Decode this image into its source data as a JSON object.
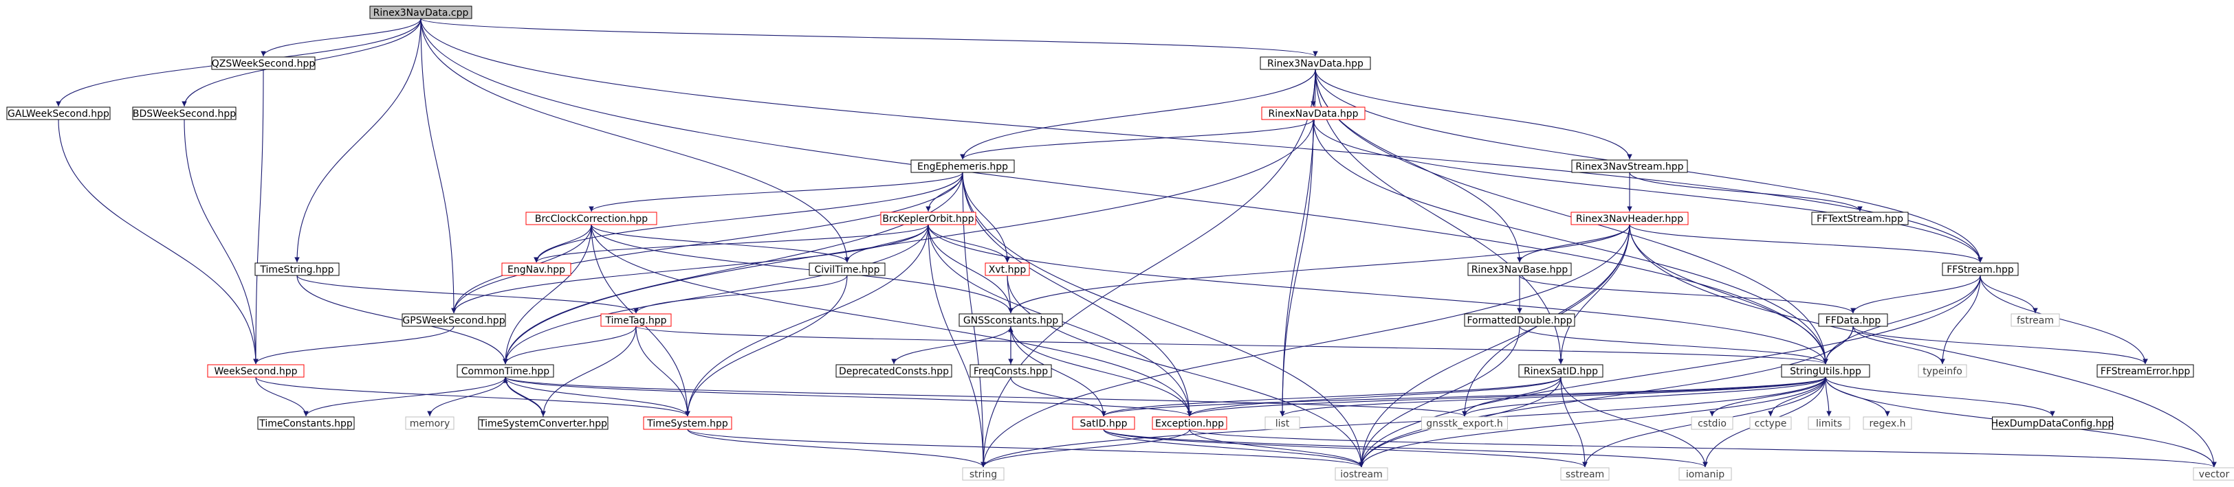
{
  "diagram": {
    "colors": {
      "edge": "#191970",
      "box_border": "#000000",
      "undocumented_border": "#ff0000",
      "system_header_border": "#bfbfbf",
      "root_fill": "#bfbfbf",
      "system_header_text": "#3f3f3f"
    },
    "nodes": [
      {
        "id": "root",
        "label": "Rinex3NavData.cpp",
        "kind": "root"
      },
      {
        "id": "gal",
        "label": "GALWeekSecond.hpp",
        "kind": "normal"
      },
      {
        "id": "bds",
        "label": "BDSWeekSecond.hpp",
        "kind": "normal"
      },
      {
        "id": "qzs",
        "label": "QZSWeekSecond.hpp",
        "kind": "normal"
      },
      {
        "id": "r3nd",
        "label": "Rinex3NavData.hpp",
        "kind": "normal"
      },
      {
        "id": "rnd",
        "label": "RinexNavData.hpp",
        "kind": "red"
      },
      {
        "id": "r3ns",
        "label": "Rinex3NavStream.hpp",
        "kind": "normal"
      },
      {
        "id": "engeph",
        "label": "EngEphemeris.hpp",
        "kind": "normal"
      },
      {
        "id": "brcclock",
        "label": "BrcClockCorrection.hpp",
        "kind": "red"
      },
      {
        "id": "brckep",
        "label": "BrcKeplerOrbit.hpp",
        "kind": "red"
      },
      {
        "id": "r3nh",
        "label": "Rinex3NavHeader.hpp",
        "kind": "red"
      },
      {
        "id": "fftext",
        "label": "FFTextStream.hpp",
        "kind": "normal"
      },
      {
        "id": "timestring",
        "label": "TimeString.hpp",
        "kind": "normal"
      },
      {
        "id": "engnav",
        "label": "EngNav.hpp",
        "kind": "red"
      },
      {
        "id": "civil",
        "label": "CivilTime.hpp",
        "kind": "normal"
      },
      {
        "id": "xvt",
        "label": "Xvt.hpp",
        "kind": "red"
      },
      {
        "id": "r3nb",
        "label": "Rinex3NavBase.hpp",
        "kind": "normal"
      },
      {
        "id": "ffstream",
        "label": "FFStream.hpp",
        "kind": "normal"
      },
      {
        "id": "gpsws",
        "label": "GPSWeekSecond.hpp",
        "kind": "normal"
      },
      {
        "id": "timetag",
        "label": "TimeTag.hpp",
        "kind": "red"
      },
      {
        "id": "gnss",
        "label": "GNSSconstants.hpp",
        "kind": "normal"
      },
      {
        "id": "fmtdbl",
        "label": "FormattedDouble.hpp",
        "kind": "normal"
      },
      {
        "id": "ffdata",
        "label": "FFData.hpp",
        "kind": "normal"
      },
      {
        "id": "fstream",
        "label": "fstream",
        "kind": "system"
      },
      {
        "id": "weeksec",
        "label": "WeekSecond.hpp",
        "kind": "red"
      },
      {
        "id": "common",
        "label": "CommonTime.hpp",
        "kind": "normal"
      },
      {
        "id": "deprec",
        "label": "DeprecatedConsts.hpp",
        "kind": "normal"
      },
      {
        "id": "freq",
        "label": "FreqConsts.hpp",
        "kind": "normal"
      },
      {
        "id": "rsatid",
        "label": "RinexSatID.hpp",
        "kind": "normal"
      },
      {
        "id": "strutils",
        "label": "StringUtils.hpp",
        "kind": "normal"
      },
      {
        "id": "typeinfo",
        "label": "typeinfo",
        "kind": "system"
      },
      {
        "id": "fferr",
        "label": "FFStreamError.hpp",
        "kind": "normal"
      },
      {
        "id": "timeconst",
        "label": "TimeConstants.hpp",
        "kind": "normal"
      },
      {
        "id": "memory",
        "label": "memory",
        "kind": "system"
      },
      {
        "id": "tsconv",
        "label": "TimeSystemConverter.hpp",
        "kind": "normal"
      },
      {
        "id": "timesys",
        "label": "TimeSystem.hpp",
        "kind": "red"
      },
      {
        "id": "satid",
        "label": "SatID.hpp",
        "kind": "red"
      },
      {
        "id": "exception",
        "label": "Exception.hpp",
        "kind": "red"
      },
      {
        "id": "list",
        "label": "list",
        "kind": "system"
      },
      {
        "id": "gnsstk",
        "label": "gnsstk_export.h",
        "kind": "system"
      },
      {
        "id": "cstdio",
        "label": "cstdio",
        "kind": "system"
      },
      {
        "id": "cctype",
        "label": "cctype",
        "kind": "system"
      },
      {
        "id": "limits",
        "label": "limits",
        "kind": "system"
      },
      {
        "id": "regex",
        "label": "regex.h",
        "kind": "system"
      },
      {
        "id": "hexdump",
        "label": "HexDumpDataConfig.hpp",
        "kind": "normal"
      },
      {
        "id": "string",
        "label": "string",
        "kind": "system"
      },
      {
        "id": "iostream",
        "label": "iostream",
        "kind": "system"
      },
      {
        "id": "sstream",
        "label": "sstream",
        "kind": "system"
      },
      {
        "id": "iomanip",
        "label": "iomanip",
        "kind": "system"
      },
      {
        "id": "vector",
        "label": "vector",
        "kind": "system"
      }
    ],
    "edges": [
      [
        "root",
        "gal"
      ],
      [
        "root",
        "bds"
      ],
      [
        "root",
        "qzs"
      ],
      [
        "root",
        "r3nd"
      ],
      [
        "root",
        "timestring"
      ],
      [
        "root",
        "civil"
      ],
      [
        "root",
        "gpsws"
      ],
      [
        "root",
        "ffstream"
      ],
      [
        "root",
        "strutils"
      ],
      [
        "gal",
        "weeksec"
      ],
      [
        "bds",
        "weeksec"
      ],
      [
        "qzs",
        "weeksec"
      ],
      [
        "r3nd",
        "rnd"
      ],
      [
        "r3nd",
        "r3ns"
      ],
      [
        "r3nd",
        "engeph"
      ],
      [
        "r3nd",
        "r3nb"
      ],
      [
        "r3nd",
        "rsatid"
      ],
      [
        "r3nd",
        "ffstream"
      ],
      [
        "r3nd",
        "list"
      ],
      [
        "r3nd",
        "string"
      ],
      [
        "r3nd",
        "strutils"
      ],
      [
        "rnd",
        "engeph"
      ],
      [
        "rnd",
        "ffstream"
      ],
      [
        "rnd",
        "common"
      ],
      [
        "rnd",
        "strutils"
      ],
      [
        "rnd",
        "list"
      ],
      [
        "r3ns",
        "r3nh"
      ],
      [
        "r3ns",
        "fftext"
      ],
      [
        "engeph",
        "brcclock"
      ],
      [
        "engeph",
        "brckep"
      ],
      [
        "engeph",
        "engnav"
      ],
      [
        "engeph",
        "xvt"
      ],
      [
        "engeph",
        "gpsws"
      ],
      [
        "engeph",
        "common"
      ],
      [
        "engeph",
        "exception"
      ],
      [
        "engeph",
        "iostream"
      ],
      [
        "engeph",
        "string"
      ],
      [
        "brcclock",
        "engnav"
      ],
      [
        "brcclock",
        "civil"
      ],
      [
        "brcclock",
        "gpsws"
      ],
      [
        "brcclock",
        "common"
      ],
      [
        "brcclock",
        "timesys"
      ],
      [
        "brcclock",
        "gnss"
      ],
      [
        "brcclock",
        "exception"
      ],
      [
        "brckep",
        "engnav"
      ],
      [
        "brckep",
        "civil"
      ],
      [
        "brckep",
        "xvt"
      ],
      [
        "brckep",
        "gnss"
      ],
      [
        "brckep",
        "gpsws"
      ],
      [
        "brckep",
        "common"
      ],
      [
        "brckep",
        "timesys"
      ],
      [
        "brckep",
        "exception"
      ],
      [
        "brckep",
        "string"
      ],
      [
        "brckep",
        "strutils"
      ],
      [
        "r3nh",
        "r3nb"
      ],
      [
        "r3nh",
        "ffstream"
      ],
      [
        "r3nh",
        "strutils"
      ],
      [
        "r3nh",
        "rsatid"
      ],
      [
        "r3nh",
        "gnss"
      ],
      [
        "r3nh",
        "gnsstk"
      ],
      [
        "r3nh",
        "iostream"
      ],
      [
        "r3nh",
        "string"
      ],
      [
        "r3nh",
        "vector"
      ],
      [
        "timestring",
        "timetag"
      ],
      [
        "timestring",
        "common"
      ],
      [
        "civil",
        "timetag"
      ],
      [
        "civil",
        "timesys"
      ],
      [
        "xvt",
        "gnss"
      ],
      [
        "xvt",
        "iostream"
      ],
      [
        "r3nb",
        "fmtdbl"
      ],
      [
        "r3nb",
        "ffdata"
      ],
      [
        "ffstream",
        "ffdata"
      ],
      [
        "ffstream",
        "fstream"
      ],
      [
        "ffstream",
        "fferr"
      ],
      [
        "ffstream",
        "typeinfo"
      ],
      [
        "ffstream",
        "strutils"
      ],
      [
        "ffstream",
        "iostream"
      ],
      [
        "gpsws",
        "weeksec"
      ],
      [
        "timetag",
        "common"
      ],
      [
        "timetag",
        "tsconv"
      ],
      [
        "timetag",
        "timesys"
      ],
      [
        "timetag",
        "strutils"
      ],
      [
        "gnss",
        "deprec"
      ],
      [
        "gnss",
        "freq"
      ],
      [
        "gnss",
        "satid"
      ],
      [
        "gnss",
        "exception"
      ],
      [
        "fmtdbl",
        "strutils"
      ],
      [
        "fmtdbl",
        "iostream"
      ],
      [
        "ffdata",
        "strutils"
      ],
      [
        "ffdata",
        "typeinfo"
      ],
      [
        "ffdata",
        "fferr"
      ],
      [
        "ffdata",
        "iostream"
      ],
      [
        "weeksec",
        "timeconst"
      ],
      [
        "weeksec",
        "timesys"
      ],
      [
        "common",
        "timeconst"
      ],
      [
        "common",
        "memory"
      ],
      [
        "common",
        "tsconv"
      ],
      [
        "common",
        "timesys"
      ],
      [
        "common",
        "exception"
      ],
      [
        "common",
        "gnsstk"
      ],
      [
        "freq",
        "gnss"
      ],
      [
        "freq",
        "satid"
      ],
      [
        "rsatid",
        "satid"
      ],
      [
        "rsatid",
        "exception"
      ],
      [
        "rsatid",
        "gnsstk"
      ],
      [
        "rsatid",
        "iostream"
      ],
      [
        "rsatid",
        "sstream"
      ],
      [
        "rsatid",
        "iomanip"
      ],
      [
        "strutils",
        "exception"
      ],
      [
        "strutils",
        "list"
      ],
      [
        "strutils",
        "cstdio"
      ],
      [
        "strutils",
        "cctype"
      ],
      [
        "strutils",
        "limits"
      ],
      [
        "strutils",
        "regex"
      ],
      [
        "strutils",
        "hexdump"
      ],
      [
        "strutils",
        "string"
      ],
      [
        "strutils",
        "iostream"
      ],
      [
        "strutils",
        "sstream"
      ],
      [
        "strutils",
        "iomanip"
      ],
      [
        "strutils",
        "vector"
      ],
      [
        "strutils",
        "gnsstk"
      ],
      [
        "strutils",
        "satid"
      ],
      [
        "tsconv",
        "common"
      ],
      [
        "timesys",
        "string"
      ],
      [
        "timesys",
        "iostream"
      ],
      [
        "satid",
        "iostream"
      ],
      [
        "satid",
        "sstream"
      ],
      [
        "satid",
        "iomanip"
      ],
      [
        "exception",
        "string"
      ],
      [
        "exception",
        "iostream"
      ],
      [
        "exception",
        "vector"
      ]
    ]
  }
}
